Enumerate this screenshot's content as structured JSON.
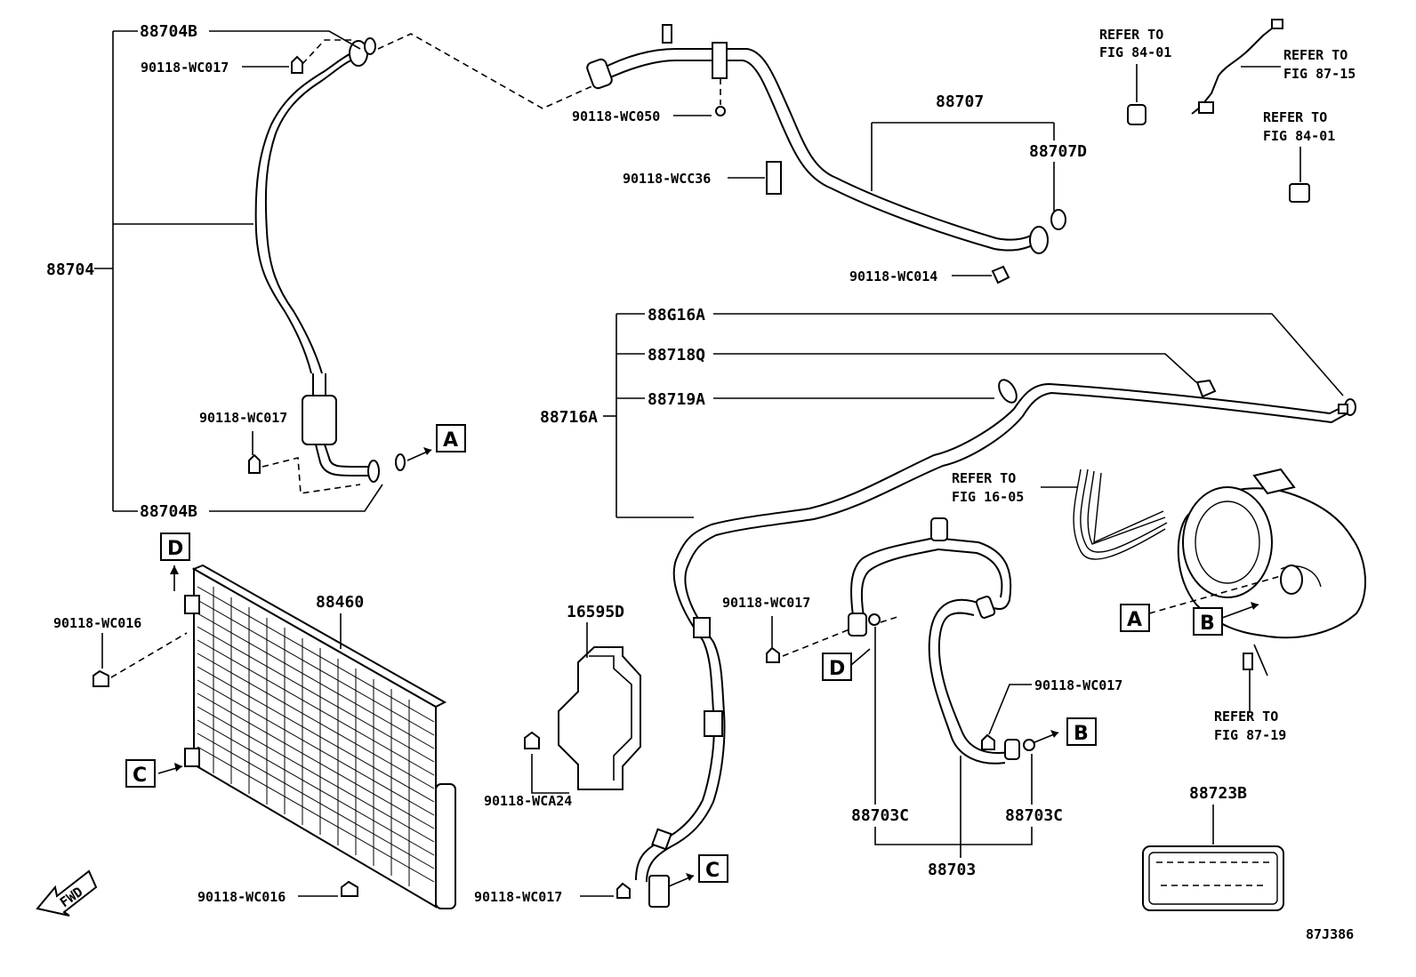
{
  "diagram": {
    "id_code": "87J386",
    "fwd_label": "FWD",
    "part_labels": {
      "p88704B_top": "88704B",
      "p90118WC017_a": "90118-WC017",
      "p88704": "88704",
      "p90118WC017_b": "90118-WC017",
      "p88704B_bot": "88704B",
      "p90118WC050": "90118-WC050",
      "p90118WCC36": "90118-WCC36",
      "p88707": "88707",
      "p88707D": "88707D",
      "p90118WC014": "90118-WC014",
      "p88G16A": "88G16A",
      "p88718Q": "88718Q",
      "p88719A": "88719A",
      "p88716A": "88716A",
      "p88460": "88460",
      "p90118WC016_a": "90118-WC016",
      "p90118WC016_b": "90118-WC016",
      "p16595D": "16595D",
      "p90118WCA24": "90118-WCA24",
      "p90118WC017_c": "90118-WC017",
      "p90118WC017_d": "90118-WC017",
      "p90118WC017_e": "90118-WC017",
      "p88703C_a": "88703C",
      "p88703C_b": "88703C",
      "p88703": "88703",
      "p88723B": "88723B"
    },
    "refer_labels": {
      "r1_line1": "REFER TO",
      "r1_line2": "FIG 84-01",
      "r2_line1": "REFER TO",
      "r2_line2": "FIG 87-15",
      "r3_line1": "REFER TO",
      "r3_line2": "FIG 84-01",
      "r4_line1": "REFER TO",
      "r4_line2": "FIG 16-05",
      "r5_line1": "REFER TO",
      "r5_line2": "FIG 87-19"
    },
    "callouts": {
      "A": "A",
      "B": "B",
      "C": "C",
      "D": "D"
    }
  }
}
